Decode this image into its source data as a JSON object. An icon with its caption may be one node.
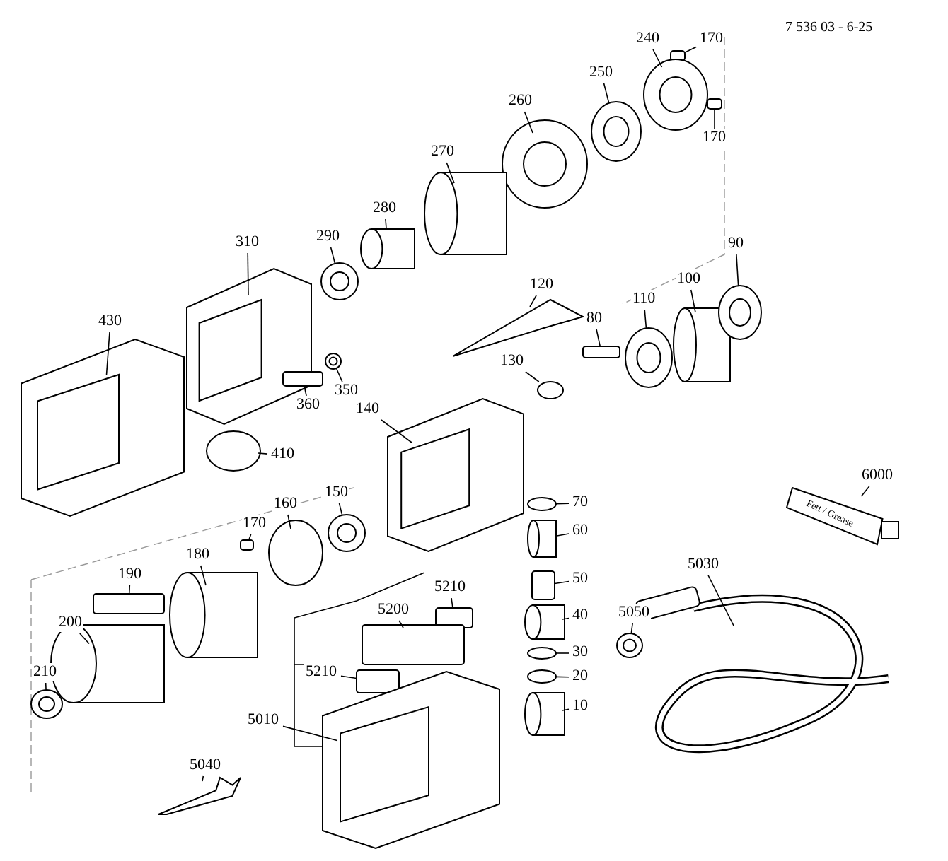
{
  "diagram": {
    "nodes": [
      {
        "text": [
          "170"
        ]
      },
      {
        "text": [],
        "shape": "box"
      },
      {
        "text": [
          "240"
        ]
      },
      {
        "text": [],
        "shape": "ring"
      },
      {
        "text": [
          "250"
        ]
      },
      {
        "text": [],
        "shape": "ring"
      },
      {
        "text": [
          "170"
        ]
      },
      {
        "text": [],
        "shape": "box"
      },
      {
        "text": [
          "260"
        ]
      },
      {
        "text": [],
        "shape": "ring"
      },
      {
        "text": [
          "270"
        ]
      },
      {
        "text": [],
        "shape": "cylinder"
      },
      {
        "text": [
          "280"
        ]
      },
      {
        "text": [],
        "shape": "cylinder"
      },
      {
        "text": [
          "290"
        ]
      },
      {
        "text": [],
        "shape": "ring"
      },
      {
        "text": [
          "310"
        ]
      },
      {
        "text": [],
        "shape": "picture"
      },
      {
        "text": [
          "120"
        ]
      },
      {
        "text": [],
        "shape": "picture"
      },
      {
        "text": [
          "80"
        ]
      },
      {
        "text": [],
        "shape": "box"
      },
      {
        "text": [
          "110"
        ]
      },
      {
        "text": [],
        "shape": "ring"
      },
      {
        "text": [
          "100"
        ]
      },
      {
        "text": [],
        "shape": "cylinder"
      },
      {
        "text": [
          "90"
        ]
      },
      {
        "text": [],
        "shape": "ring"
      },
      {
        "text": [
          "430"
        ]
      },
      {
        "text": [],
        "shape": "picture"
      },
      {
        "text": [
          "130"
        ]
      },
      {
        "text": [],
        "shape": "ellipse"
      },
      {
        "text": [
          "350"
        ]
      },
      {
        "text": [],
        "shape": "ring"
      },
      {
        "text": [
          "360"
        ]
      },
      {
        "text": [],
        "shape": "box"
      },
      {
        "text": [
          "410"
        ]
      },
      {
        "text": [],
        "shape": "ellipse"
      },
      {
        "text": [
          "140"
        ]
      },
      {
        "text": [],
        "shape": "picture"
      },
      {
        "text": [
          "70"
        ]
      },
      {
        "text": [],
        "shape": "ellipse"
      },
      {
        "text": [
          "60"
        ]
      },
      {
        "text": [],
        "shape": "cylinder"
      },
      {
        "text": [
          "160"
        ]
      },
      {
        "text": [],
        "shape": "ellipse"
      },
      {
        "text": [
          "150"
        ]
      },
      {
        "text": [],
        "shape": "ring"
      },
      {
        "text": [
          "170"
        ]
      },
      {
        "text": [],
        "shape": "box"
      },
      {
        "text": [
          "6000"
        ]
      },
      {
        "text": [],
        "shape": "picture"
      },
      {
        "text": [
          "180"
        ]
      },
      {
        "text": [],
        "shape": "cylinder"
      },
      {
        "text": [
          "50"
        ]
      },
      {
        "text": [],
        "shape": "box"
      },
      {
        "text": [
          "5210"
        ]
      },
      {
        "text": [],
        "shape": "box"
      },
      {
        "text": [
          "190"
        ]
      },
      {
        "text": [],
        "shape": "box"
      },
      {
        "text": [
          "5200"
        ]
      },
      {
        "text": [],
        "shape": "box"
      },
      {
        "text": [
          "5030"
        ]
      },
      {
        "text": [],
        "shape": "picture"
      },
      {
        "text": [
          "40"
        ]
      },
      {
        "text": [],
        "shape": "cylinder"
      },
      {
        "text": [
          "5050"
        ]
      },
      {
        "text": [],
        "shape": "ring"
      },
      {
        "text": [
          "200"
        ]
      },
      {
        "text": [],
        "shape": "cylinder"
      },
      {
        "text": [
          "30"
        ]
      },
      {
        "text": [],
        "shape": "ellipse"
      },
      {
        "text": [
          "5210"
        ]
      },
      {
        "text": [],
        "shape": "box"
      },
      {
        "text": [
          "20"
        ]
      },
      {
        "text": [],
        "shape": "ellipse"
      },
      {
        "text": [
          "210"
        ]
      },
      {
        "text": [],
        "shape": "ring"
      },
      {
        "text": [
          "10"
        ]
      },
      {
        "text": [],
        "shape": "cylinder"
      },
      {
        "text": [
          "5010"
        ]
      },
      {
        "text": [],
        "shape": "picture"
      },
      {
        "text": [
          "5040"
        ]
      },
      {
        "text": [],
        "shape": "picture"
      }
    ],
    "edges": [
      {
        "from": 0,
        "to": 1,
        "arrow": "none"
      },
      {
        "from": 2,
        "to": 3,
        "arrow": "none"
      },
      {
        "from": 4,
        "to": 5,
        "arrow": "none"
      },
      {
        "from": 6,
        "to": 7,
        "arrow": "none"
      },
      {
        "from": 8,
        "to": 9,
        "arrow": "none"
      },
      {
        "from": 10,
        "to": 11,
        "arrow": "none"
      },
      {
        "from": 12,
        "to": 13,
        "arrow": "none"
      },
      {
        "from": 14,
        "to": 15,
        "arrow": "none"
      },
      {
        "from": 16,
        "to": 17,
        "arrow": "none"
      },
      {
        "from": 18,
        "to": 19,
        "arrow": "none"
      },
      {
        "from": 20,
        "to": 21,
        "arrow": "none"
      },
      {
        "from": 22,
        "to": 23,
        "arrow": "none"
      },
      {
        "from": 24,
        "to": 25,
        "arrow": "none"
      },
      {
        "from": 26,
        "to": 27,
        "arrow": "none"
      },
      {
        "from": 28,
        "to": 29,
        "arrow": "none"
      },
      {
        "from": 30,
        "to": 31,
        "arrow": "none"
      },
      {
        "from": 32,
        "to": 33,
        "arrow": "none"
      },
      {
        "from": 34,
        "to": 35,
        "arrow": "none"
      },
      {
        "from": 36,
        "to": 37,
        "arrow": "none"
      },
      {
        "from": 38,
        "to": 39,
        "arrow": "none"
      },
      {
        "from": 40,
        "to": 41,
        "arrow": "none"
      },
      {
        "from": 42,
        "to": 43,
        "arrow": "none"
      },
      {
        "from": 44,
        "to": 45,
        "arrow": "none"
      },
      {
        "from": 46,
        "to": 47,
        "arrow": "none"
      },
      {
        "from": 48,
        "to": 49,
        "arrow": "none"
      },
      {
        "from": 50,
        "to": 51,
        "arrow": "none"
      },
      {
        "from": 52,
        "to": 53,
        "arrow": "none"
      },
      {
        "from": 54,
        "to": 55,
        "arrow": "none"
      },
      {
        "from": 56,
        "to": 57,
        "arrow": "none"
      },
      {
        "from": 58,
        "to": 59,
        "arrow": "none"
      },
      {
        "from": 60,
        "to": 61,
        "arrow": "none"
      },
      {
        "from": 62,
        "to": 63,
        "arrow": "none"
      },
      {
        "from": 64,
        "to": 65,
        "arrow": "none"
      },
      {
        "from": 66,
        "to": 67,
        "arrow": "none"
      },
      {
        "from": 68,
        "to": 69,
        "arrow": "none"
      },
      {
        "from": 70,
        "to": 71,
        "arrow": "none"
      },
      {
        "from": 72,
        "to": 73,
        "arrow": "none"
      },
      {
        "from": 74,
        "to": 75,
        "arrow": "none"
      },
      {
        "from": 76,
        "to": 77,
        "arrow": "none"
      },
      {
        "from": 78,
        "to": 79,
        "arrow": "none"
      },
      {
        "from": 80,
        "to": 81,
        "arrow": "none"
      },
      {
        "from": 82,
        "to": 83,
        "arrow": "none"
      }
    ],
    "labels": [
      "7 536 03 - 6-25",
      "Fett / Grease"
    ]
  }
}
